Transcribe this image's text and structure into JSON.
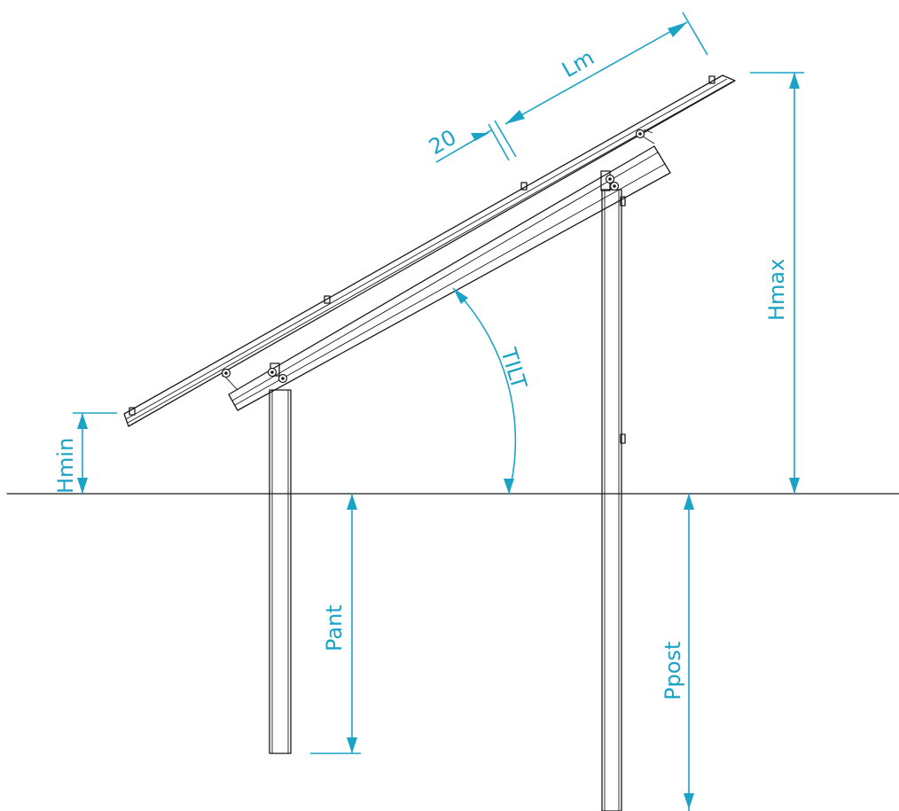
{
  "labels": {
    "lm": "Lm",
    "offset": "20",
    "hmax": "Hmax",
    "hmin": "Hmin",
    "tilt": "TILT",
    "pant": "Pant",
    "ppost": "Ppost"
  },
  "colors": {
    "dimension": "#1ba3c6",
    "structure": "#1a1a1a"
  }
}
